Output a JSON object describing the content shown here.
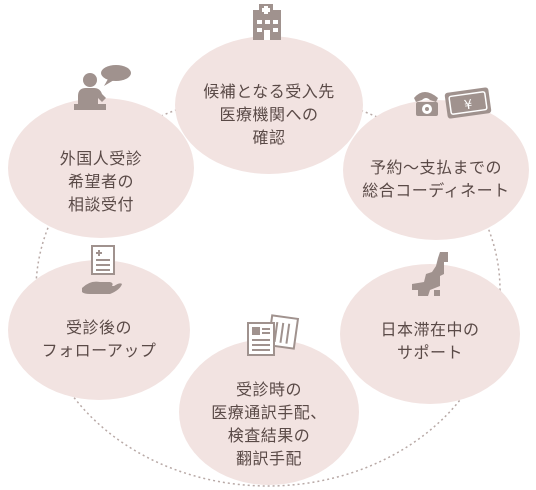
{
  "accent_color": "#f2e3e1",
  "icon_color": "#a0928e",
  "text_color": "#5a4a47",
  "steps": [
    {
      "icon": "hospital-building-icon",
      "label": "候補となる受入先\n医療機関への\n確認"
    },
    {
      "icon": "phone-and-money-icon",
      "label": "予約〜支払までの\n総合コーディネート"
    },
    {
      "icon": "japan-map-icon",
      "label": "日本滞在中の\nサポート"
    },
    {
      "icon": "documents-icon",
      "label": "受診時の\n医療通訳手配、\n検査結果の\n翻訳手配"
    },
    {
      "icon": "hand-with-document-icon",
      "label": "受診後の\nフォローアップ"
    },
    {
      "icon": "person-consultation-icon",
      "label": "外国人受診\n希望者の\n相談受付"
    }
  ]
}
